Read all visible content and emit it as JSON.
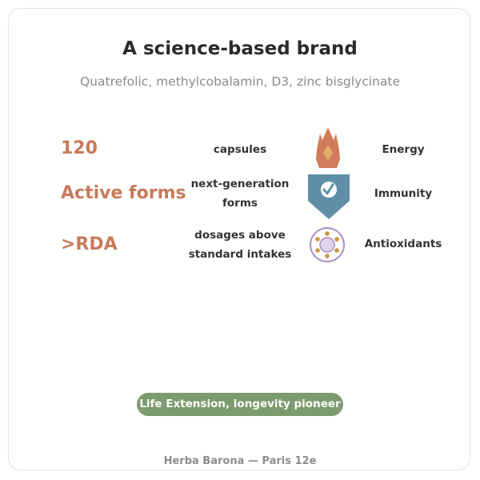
{
  "title": "A science-based brand",
  "subtitle": "Quatrefolic, methylcobalamin, D3, zinc bisglycinate",
  "rows": [
    {
      "stat": "120",
      "desc_lines": [
        "capsules"
      ],
      "icon": "flame-icon",
      "benefit": "Energy"
    },
    {
      "stat": "Active forms",
      "desc_lines": [
        "next-generation",
        "forms"
      ],
      "icon": "shield-check-icon",
      "benefit": "Immunity"
    },
    {
      "stat": ">RDA",
      "desc_lines": [
        "dosages above",
        "standard intakes"
      ],
      "icon": "antioxidant-cell-icon",
      "benefit": "Antioxidants"
    }
  ],
  "badge": "Life Extension, longevity pioneer",
  "footer": "Herba Barona — Paris 12e",
  "colors": {
    "accent": "#c97a5a",
    "shield": "#5f8fa7",
    "pill": "#7c9b6e",
    "cell": "#a98fbe",
    "dot": "#c9963f"
  }
}
